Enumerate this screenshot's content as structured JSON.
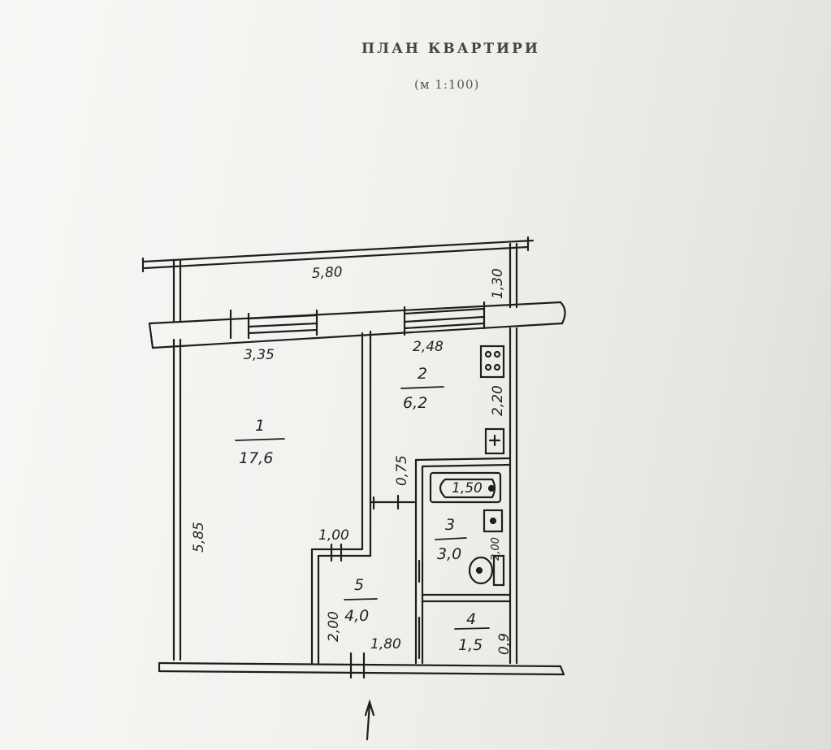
{
  "document": {
    "title": "ПЛАН КВАРТИРИ",
    "scale": "(м 1:100)"
  },
  "dimensions": {
    "top_width": "5,80",
    "balcony_depth": "1,30",
    "room1_width": "3,35",
    "kitchen_width": "2,48",
    "kitchen_depth": "2,20",
    "left_height": "5,85",
    "partition": "0,75",
    "bath_length": "1,50",
    "corridor_step": "1,00",
    "bathroom_depth": "2,00",
    "hall_depth": "2,00",
    "hall_width": "1,80",
    "wc_depth": "0,9"
  },
  "rooms": [
    {
      "number": "1",
      "area": "17,6"
    },
    {
      "number": "2",
      "area": "6,2"
    },
    {
      "number": "3",
      "area": "3,0"
    },
    {
      "number": "4",
      "area": "1,5"
    },
    {
      "number": "5",
      "area": "4,0"
    }
  ],
  "colors": {
    "ink": "#1e1e1e",
    "paper": "#f1f1ee"
  }
}
